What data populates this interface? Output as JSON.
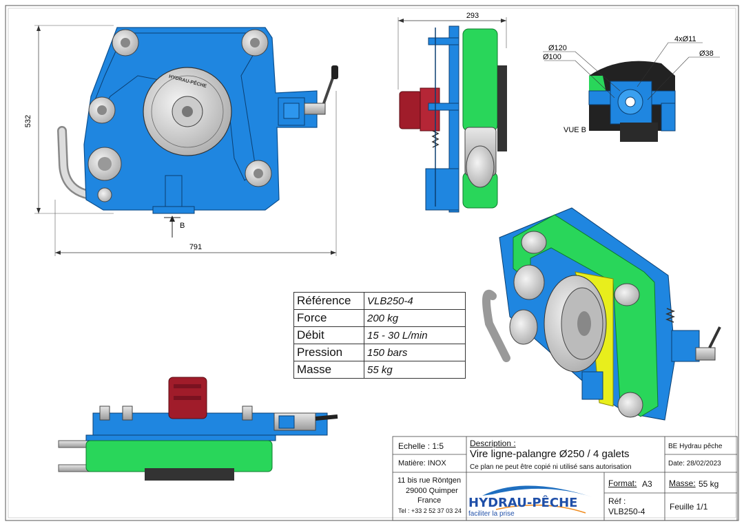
{
  "dimensions": {
    "overall_height": "532",
    "overall_width": "791",
    "side_width": "293",
    "section_marker": "B",
    "detail_label": "VUE B",
    "d120": "Ø120",
    "d100": "Ø100",
    "holes": "4xØ11",
    "d38": "Ø38"
  },
  "specs": [
    {
      "key": "Référence",
      "value": "VLB250-4"
    },
    {
      "key": "Force",
      "value": "200 kg"
    },
    {
      "key": "Débit",
      "value": "15 - 30 L/min"
    },
    {
      "key": "Pression",
      "value": "150 bars"
    },
    {
      "key": "Masse",
      "value": "55 kg"
    }
  ],
  "title_block": {
    "echelle": "Echelle : 1:5",
    "matiere": "Matière: INOX",
    "description_label": "Description :",
    "description": "Vire ligne-palangre Ø250 / 4 galets",
    "notice": "Ce plan ne peut être copié ni utilisé sans autorisation",
    "office": "BE Hydrau pêche",
    "date": "Date: 28/02/2023",
    "address_1": "11 bis rue Röntgen",
    "address_2": "29000 Quimper",
    "address_3": "France",
    "phone": "Tel : +33 2 52 37 03 24",
    "logo_text": "HYDRAU-PÊCHE",
    "logo_tagline": "faciliter la prise",
    "format_label": "Format:",
    "format_value": "A3",
    "masse_label": "Masse:",
    "masse_value": "55 kg",
    "ref_label": "Réf :",
    "ref_value": "VLB250-4",
    "sheet": "Feuille 1/1"
  },
  "colors": {
    "body_blue": "#1f86e0",
    "belt_green": "#29d65a",
    "belt_yellow": "#e8ee1c",
    "motor_red": "#a01c2a",
    "roller_grey": "#c8c8c8"
  }
}
